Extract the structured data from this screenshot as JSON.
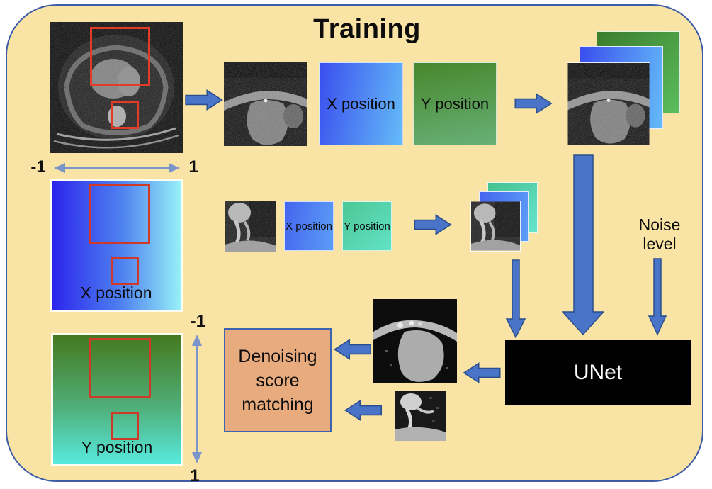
{
  "title": "Training",
  "palette": {
    "background": "#f9e3a5",
    "frame_border": "#3c5ca6",
    "arrow_fill": "#4a74c8",
    "arrow_stroke": "#2b4f8e",
    "axis_arrow": "#7b94ca",
    "annotation_red": "#e23b28",
    "x_gradient_start": "#2b24ec",
    "x_gradient_end": "#97f0f8",
    "y_gradient_start": "#45791f",
    "y_gradient_end": "#58eadf",
    "denoise_fill": "#e8ab7e",
    "denoise_border": "#3c64ae",
    "unet_fill": "#000000",
    "unet_text": "#ffffff"
  },
  "left_column": {
    "x_axis_min": "-1",
    "x_axis_max": "1",
    "x_map_label": "X position",
    "y_map_label": "Y position",
    "y_axis_min": "-1",
    "y_axis_max": "1"
  },
  "top_row": {
    "x_label": "X position",
    "y_label": "Y position"
  },
  "mid_row": {
    "x_label": "X position",
    "y_label": "Y position"
  },
  "right_column": {
    "noise_line1": "Noise",
    "noise_line2": "level",
    "unet_label": "UNet"
  },
  "output": {
    "denoise_line1": "Denoising",
    "denoise_line2": "score",
    "denoise_line3": "matching"
  }
}
